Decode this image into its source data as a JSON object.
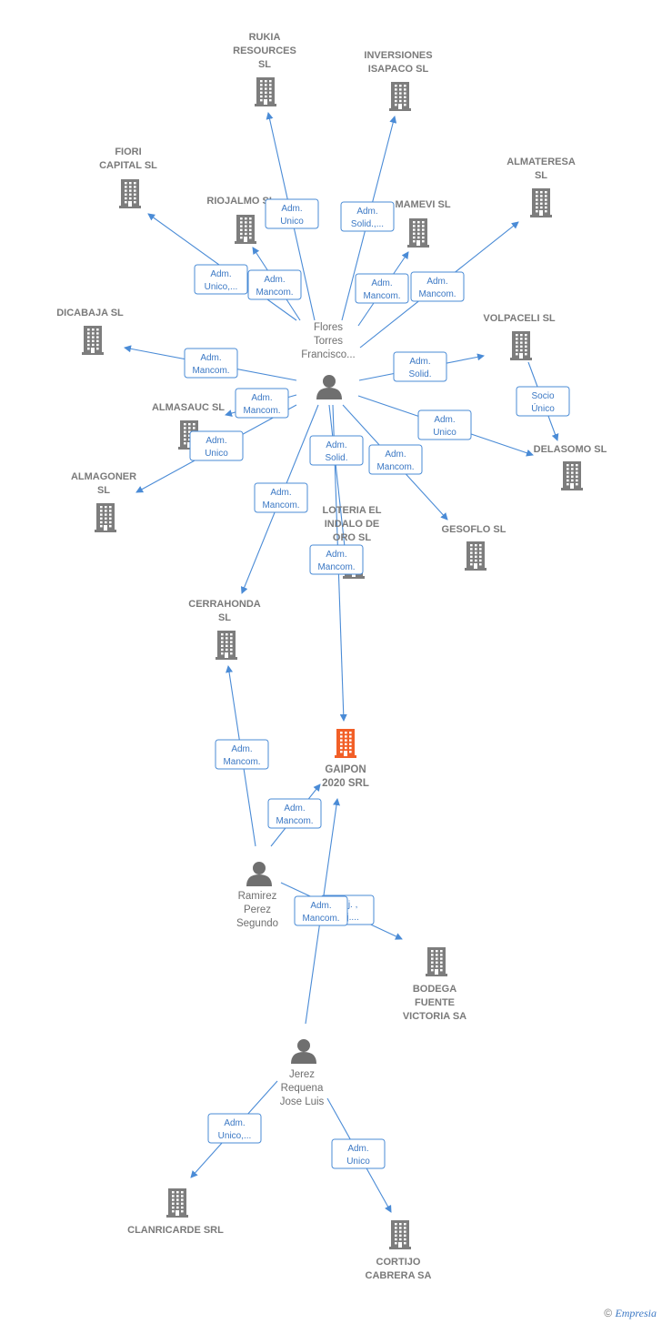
{
  "colors": {
    "edge": "#4a8bd6",
    "edge_text": "#3b78c4",
    "company": "#7d7d7d",
    "company_main": "#f25f27",
    "person": "#6f6f6f"
  },
  "footer": {
    "copyright_symbol": "©",
    "brand": "Empresia"
  },
  "nodes": [
    {
      "id": "rukia",
      "type": "company",
      "label": [
        "RUKIA",
        "RESOURCES",
        "SL"
      ]
    },
    {
      "id": "inversiones",
      "type": "company",
      "label": [
        "INVERSIONES",
        "ISAPACO  SL"
      ]
    },
    {
      "id": "fiori",
      "type": "company",
      "label": [
        "FIORI",
        "CAPITAL  SL"
      ]
    },
    {
      "id": "riojalmo",
      "type": "company",
      "label": [
        "RIOJALMO  SL"
      ]
    },
    {
      "id": "mamevi",
      "type": "company",
      "label": [
        "MAMEVI  SL"
      ]
    },
    {
      "id": "almateresa",
      "type": "company",
      "label": [
        "ALMATERESA",
        "SL"
      ]
    },
    {
      "id": "dicabaja",
      "type": "company",
      "label": [
        "DICABAJA SL"
      ]
    },
    {
      "id": "volpaceli",
      "type": "company",
      "label": [
        "VOLPACELI SL"
      ]
    },
    {
      "id": "almasauc",
      "type": "company",
      "label": [
        "ALMASAUC  SL"
      ]
    },
    {
      "id": "delasomo",
      "type": "company",
      "label": [
        "DELASOMO  SL"
      ]
    },
    {
      "id": "almagoner",
      "type": "company",
      "label": [
        "ALMAGONER",
        "SL"
      ]
    },
    {
      "id": "loteria",
      "type": "company",
      "label": [
        "LOTERIA EL",
        "INDALO DE",
        "ORO  SL"
      ]
    },
    {
      "id": "gesoflo",
      "type": "company",
      "label": [
        "GESOFLO  SL"
      ]
    },
    {
      "id": "cerrahonda",
      "type": "company",
      "label": [
        "CERRAHONDA",
        "SL"
      ]
    },
    {
      "id": "gaipon",
      "type": "company_main",
      "label": [
        "GAIPON",
        "2020 SRL"
      ]
    },
    {
      "id": "bodega",
      "type": "company",
      "label": [
        "BODEGA",
        "FUENTE",
        "VICTORIA SA"
      ]
    },
    {
      "id": "clanricarde",
      "type": "company",
      "label": [
        "CLANRICARDE SRL"
      ]
    },
    {
      "id": "cortijo",
      "type": "company",
      "label": [
        "CORTIJO",
        "CABRERA SA"
      ]
    },
    {
      "id": "flores",
      "type": "person",
      "label": [
        "Flores",
        "Torres",
        "Francisco..."
      ]
    },
    {
      "id": "ramirez",
      "type": "person",
      "label": [
        "Ramirez",
        "Perez",
        "Segundo"
      ]
    },
    {
      "id": "jerez",
      "type": "person",
      "label": [
        "Jerez",
        "Requena",
        "Jose Luis"
      ]
    }
  ],
  "edges": [
    {
      "from": "flores",
      "to": "rukia",
      "label": [
        "Adm.",
        "Unico"
      ]
    },
    {
      "from": "flores",
      "to": "inversiones",
      "label": [
        "Adm.",
        "Solid.,..."
      ]
    },
    {
      "from": "flores",
      "to": "fiori",
      "label": [
        "Adm.",
        "Unico,..."
      ]
    },
    {
      "from": "flores",
      "to": "riojalmo",
      "label": [
        "Adm.",
        "Mancom."
      ]
    },
    {
      "from": "flores",
      "to": "mamevi",
      "label": [
        "Adm.",
        "Mancom."
      ]
    },
    {
      "from": "flores",
      "to": "almateresa",
      "label": [
        "Adm.",
        "Mancom."
      ]
    },
    {
      "from": "flores",
      "to": "dicabaja",
      "label": [
        "Adm.",
        "Mancom."
      ]
    },
    {
      "from": "flores",
      "to": "volpaceli",
      "label": [
        "Adm.",
        "Solid."
      ]
    },
    {
      "from": "flores",
      "to": "almasauc",
      "label": [
        "Adm.",
        "Mancom."
      ]
    },
    {
      "from": "flores",
      "to": "almagoner",
      "label": [
        "Adm.",
        "Unico"
      ]
    },
    {
      "from": "flores",
      "to": "delasomo",
      "label": [
        "Adm.",
        "Unico"
      ]
    },
    {
      "from": "volpaceli",
      "to": "delasomo",
      "label": [
        "Socio",
        "Único"
      ]
    },
    {
      "from": "flores",
      "to": "loteria",
      "label": [
        "Adm.",
        "Solid."
      ]
    },
    {
      "from": "flores",
      "to": "gesoflo",
      "label": [
        "Adm.",
        "Mancom."
      ]
    },
    {
      "from": "flores",
      "to": "cerrahonda",
      "label": [
        "Adm.",
        "Mancom."
      ]
    },
    {
      "from": "flores",
      "to": "gaipon",
      "label": [
        "Adm.",
        "Mancom."
      ]
    },
    {
      "from": "ramirez",
      "to": "cerrahonda",
      "label": [
        "Adm.",
        "Mancom."
      ]
    },
    {
      "from": "ramirez",
      "to": "gaipon",
      "label": [
        "Adm.",
        "Mancom."
      ]
    },
    {
      "from": "ramirez",
      "to": "bodega",
      "label": [
        "Adj. ,",
        "Adj...."
      ]
    },
    {
      "from": "jerez",
      "to": "gaipon",
      "label": [
        "Adm.",
        "Mancom."
      ]
    },
    {
      "from": "jerez",
      "to": "clanricarde",
      "label": [
        "Adm.",
        "Unico,..."
      ]
    },
    {
      "from": "jerez",
      "to": "cortijo",
      "label": [
        "Adm.",
        "Unico"
      ]
    }
  ]
}
